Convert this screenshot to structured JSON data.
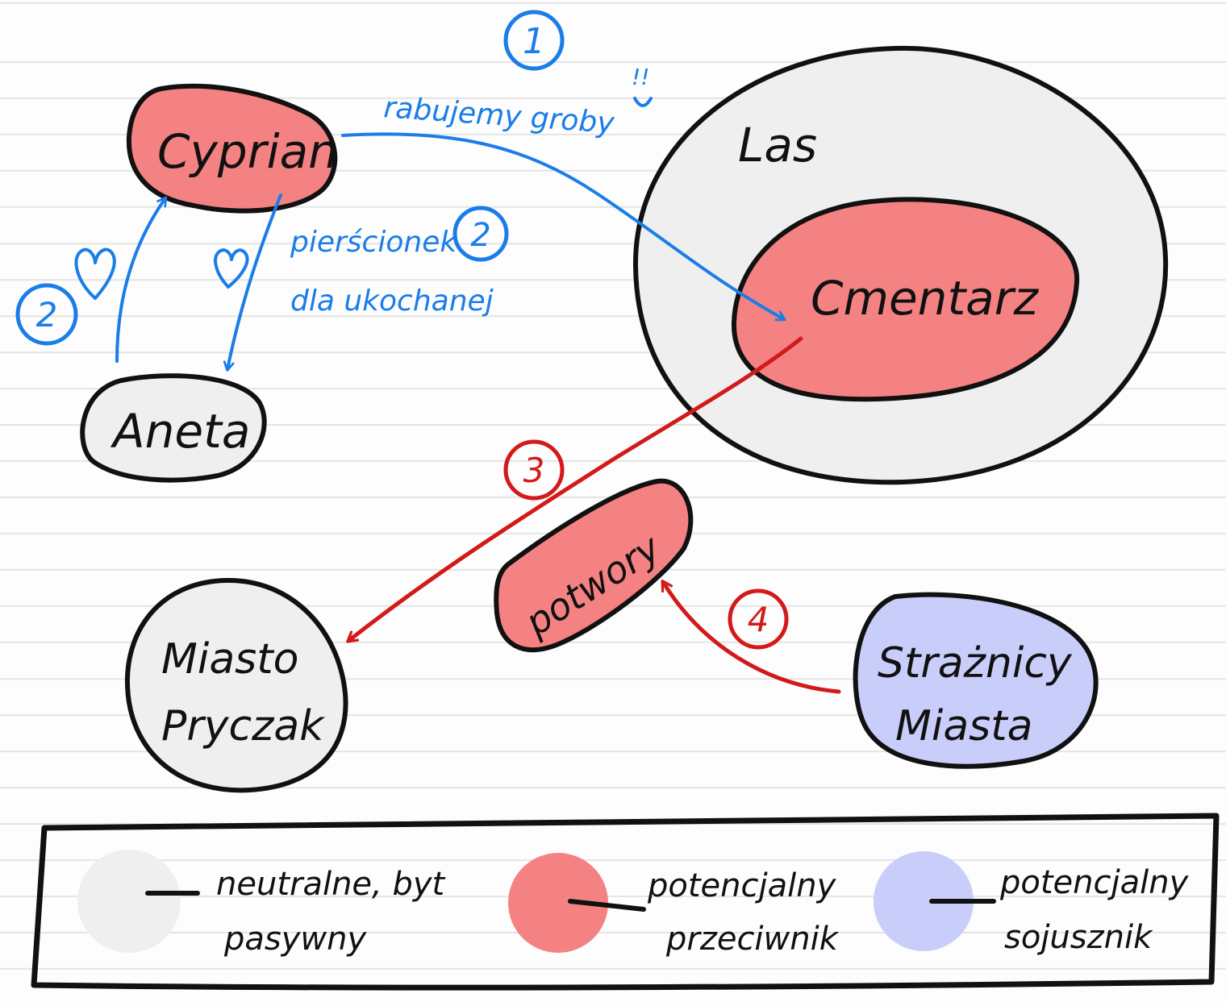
{
  "colors": {
    "neutral": "#efefef",
    "enemy": "#f58282",
    "ally": "#c9cdfa",
    "outline": "#111111",
    "blue": "#1a7de8",
    "red": "#d31a1a"
  },
  "nodes": {
    "cyprian": "Cyprian",
    "aneta": "Aneta",
    "las": "Las",
    "cmentarz": "Cmentarz",
    "potwory": "potwory",
    "miasto": {
      "line1": "Miasto",
      "line2": "Pryczak"
    },
    "straznicy": {
      "line1": "Strażnicy",
      "line2": "Miasta"
    }
  },
  "edges": {
    "rabujemy": {
      "number": "1",
      "text": "rabujemy groby",
      "suffix": "!!"
    },
    "pierscionek": {
      "number": "2",
      "line1": "pierścionek",
      "line2": "dla ukochanej"
    },
    "aneta_cyprian": {
      "number": "2"
    },
    "cmentarz_miasto": {
      "number": "3"
    },
    "straznicy_potwory": {
      "number": "4"
    }
  },
  "legend": {
    "neutral": {
      "line1": "neutralne, byt",
      "line2": "pasywny"
    },
    "enemy": {
      "line1": "potencjalny",
      "line2": "przeciwnik"
    },
    "ally": {
      "line1": "potencjalny",
      "line2": "sojusznik"
    }
  }
}
